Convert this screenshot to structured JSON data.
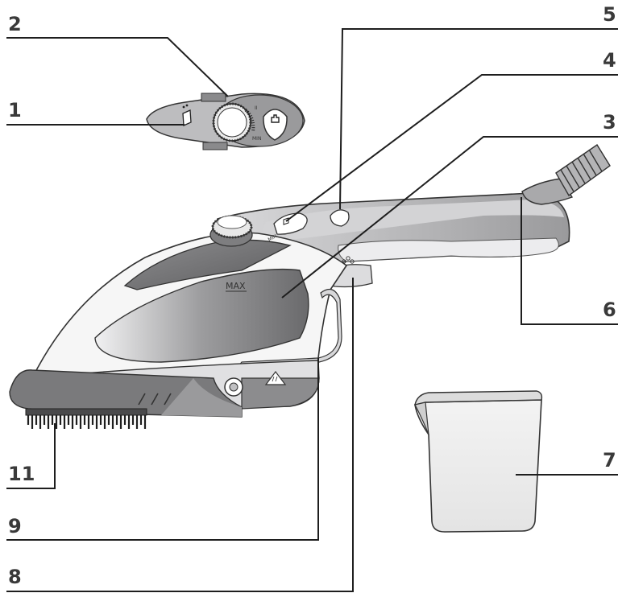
{
  "callouts": [
    "1",
    "2",
    "3",
    "4",
    "5",
    "6",
    "7",
    "8",
    "9",
    "11"
  ],
  "markings": {
    "max": "MAX"
  },
  "colors": {
    "dark_grey": "#6f6f71",
    "mid_grey": "#a3a3a5",
    "light_grey": "#c9c9cb",
    "outline": "#333333",
    "leader": "#1e1e1e"
  }
}
